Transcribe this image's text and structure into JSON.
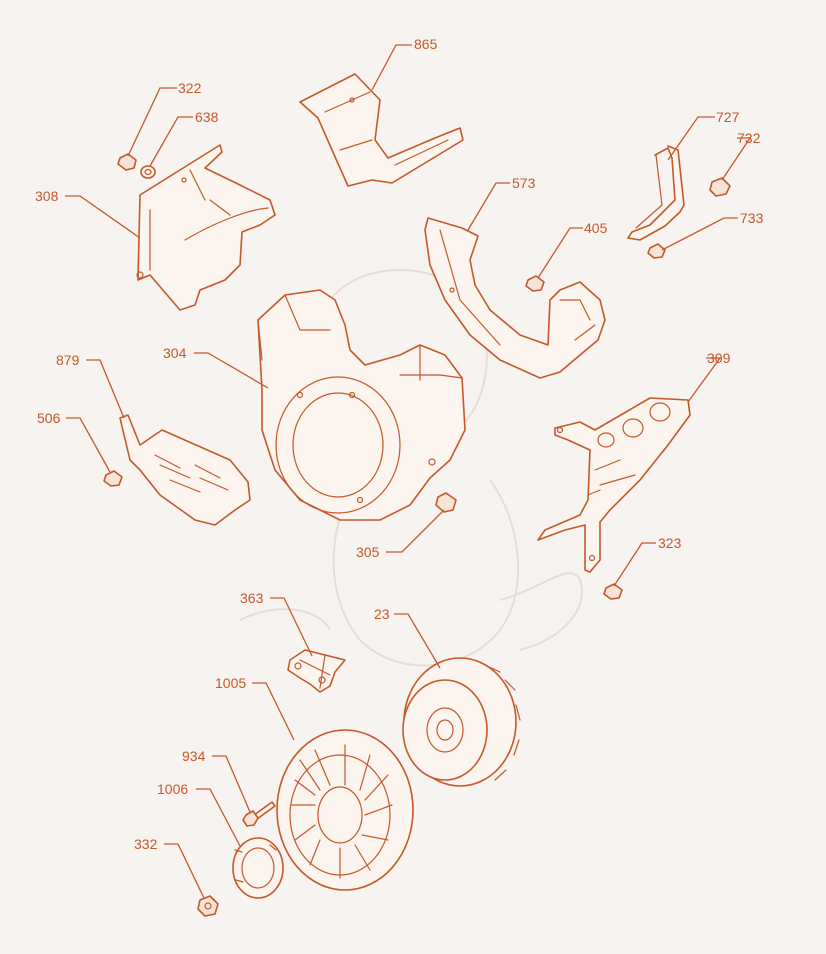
{
  "diagram": {
    "accent_color": "#c5582a",
    "background_color": "#f6f3f1",
    "callouts": [
      {
        "id": "c865",
        "label": "865"
      },
      {
        "id": "c322",
        "label": "322"
      },
      {
        "id": "c638",
        "label": "638"
      },
      {
        "id": "c308",
        "label": "308"
      },
      {
        "id": "c727",
        "label": "727"
      },
      {
        "id": "c732",
        "label": "732"
      },
      {
        "id": "c573",
        "label": "573"
      },
      {
        "id": "c405",
        "label": "405"
      },
      {
        "id": "c733",
        "label": "733"
      },
      {
        "id": "c304",
        "label": "304"
      },
      {
        "id": "c879",
        "label": "879"
      },
      {
        "id": "c309",
        "label": "309"
      },
      {
        "id": "c506",
        "label": "506"
      },
      {
        "id": "c305",
        "label": "305"
      },
      {
        "id": "c323",
        "label": "323"
      },
      {
        "id": "c363",
        "label": "363"
      },
      {
        "id": "c23",
        "label": "23"
      },
      {
        "id": "c1005",
        "label": "1005"
      },
      {
        "id": "c934",
        "label": "934"
      },
      {
        "id": "c1006",
        "label": "1006"
      },
      {
        "id": "c332",
        "label": "332"
      }
    ]
  }
}
